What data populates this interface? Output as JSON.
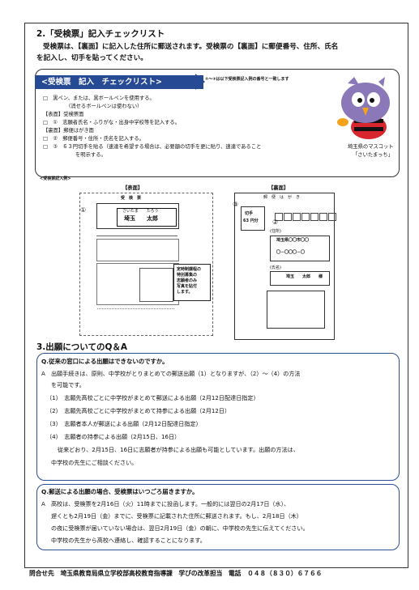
{
  "section2": {
    "title": "2.「受検票」記入チェックリスト",
    "intro_line1": "受検票は、【裏面】に記入した住所に郵送されます。受検票の【裏面】に郵便番号、住所、氏名",
    "intro_line2": "を記入し、切手を貼ってください。"
  },
  "checklist": {
    "banner": "<受検票　記入　チェックリスト>",
    "callout": "①～③は以下受検票記入例の番号と一致します",
    "line1": "□　黒ペン、または、黒ボールペンを使用する。",
    "line2": "（消せるボールペンは使わない）",
    "line3": "【表面】受検票面",
    "line4": "□　①　志願者氏名・ふりがな・出身中学校等を記入する。",
    "line5": "【裏面】郵便はがき面",
    "line6": "□　②　郵便番号・住所・氏名を記入する。",
    "line7": "□　③　６３円切手を貼る（速達を希望する場合は、必要額の切手を更に貼り、速達であること",
    "line8": "を明示する。",
    "mascot_caption1": "埼玉県のマスコット",
    "mascot_caption2": "「さいたまっち」"
  },
  "example": {
    "label": "<受検票記入例>",
    "front_label": "【表面】",
    "back_label": "【裏面】",
    "front_title": "受　検　票",
    "front_reading": "さいたま　　たろう",
    "front_name": "埼玉　　太郎",
    "marker1": "①",
    "photo_note1": "定時制課程の",
    "photo_note2": "特別募集の",
    "photo_note3": "志願者のみ",
    "photo_note4": "写真を貼付",
    "photo_note5": "します。",
    "back_title": "郵　便　は　が　き",
    "marker3": "③",
    "stamp1": "切手",
    "stamp2": "63 円分",
    "marker2": "②",
    "addr_label": "(住所)",
    "addr_value": "埼玉県〇〇市〇〇",
    "addr_num": "〇－〇〇〇－〇",
    "name_label": "(氏名)",
    "name_value": "埼玉　　太郎　　様"
  },
  "section3": {
    "title": "3.出願についてのQ＆A"
  },
  "qa1": {
    "q": "Q.従来の窓口による出願はできないのですか。",
    "a1": "A　出願手続きは、原則、中学校がとりまとめての郵送出願（1）となりますが、（2）～（4）の方法",
    "a2": "を可能です。",
    "i1": "（1）　志願先高校ごとに中学校がまとめて郵送による出願（2月12日配達日指定）",
    "i2": "（2）　志願先高校ごとに中学校がまとめて持参による出願（2月12日）",
    "i3": "（3）　志願者本人が郵送による出願（2月12日配達日指定）",
    "i4": "（4）　志願者の持参による出願（2月15日、16日）",
    "n1": "従来どおり、2月15日、16日に志願者が持参による出願も可能としています。出願の方法は、",
    "n2": "中学校の先生にご相談ください。"
  },
  "qa2": {
    "q": "Q.郵送による出願の場合、受検票はいつごろ届きますか。",
    "a1": "A　高校は、受検票を2月16日（火）11時までに投函します。一般的には翌日の2月17日（水）、",
    "a2": "遅くとも2月19日（金）までに、受検票に記載された住所に郵送されます。もし、2月18日（木）",
    "a3": "の夜に受検票が届いていない場合は、翌日2月19日（金）の朝に、中学校の先生に伝えてください。",
    "a4": "中学校の先生から高校へ連絡し、確認することになります。"
  },
  "footer": {
    "text": "問合せ先　埼玉県教育局県立学校部高校教育指導課　学びの改革担当　電話　０４８（８３０）６７６６"
  },
  "colors": {
    "accent": "#264a94",
    "mascot_purple": "#8a78b8",
    "mascot_red": "#d7262e"
  }
}
